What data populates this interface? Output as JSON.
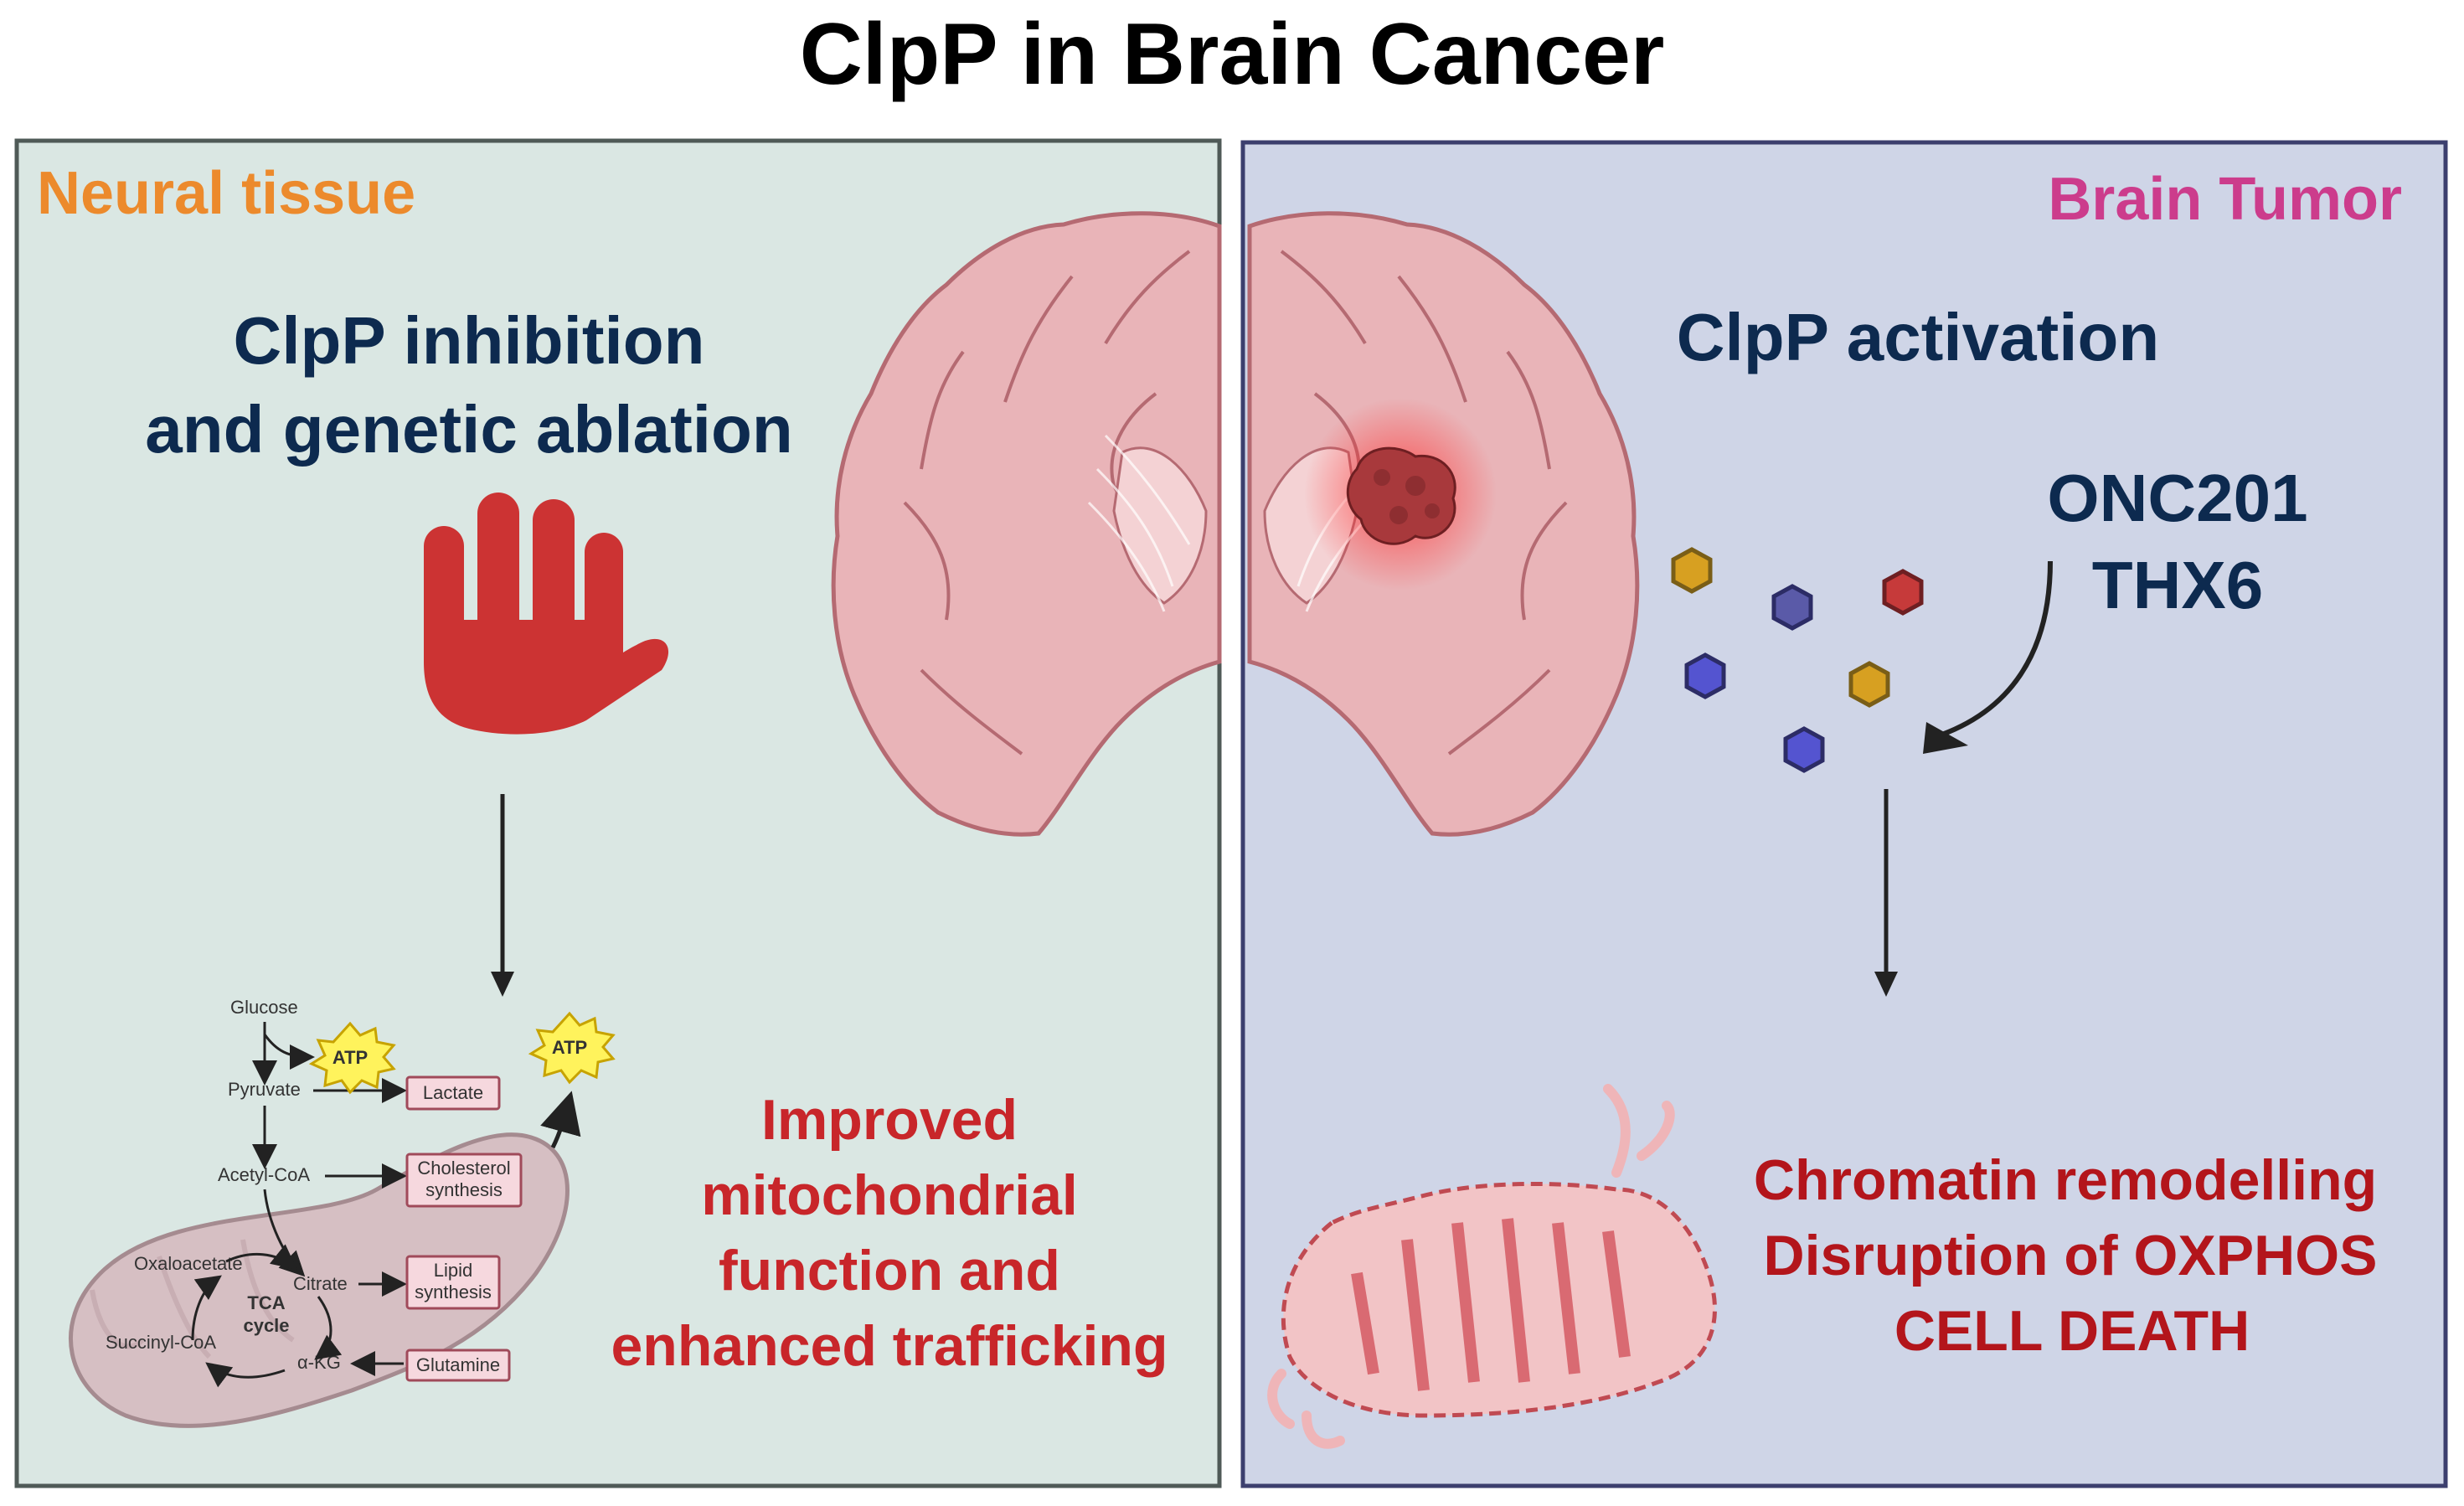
{
  "title": "ClpP in Brain Cancer",
  "left_panel": {
    "heading": "Neural tissue",
    "heading_color": "#ec8a2c",
    "bg_color": "#dae7e3",
    "subtitle_line1": "ClpP inhibition",
    "subtitle_line2": "and genetic ablation",
    "outcome_lines": [
      "Improved",
      "mitochondrial",
      "function and",
      "enhanced trafficking"
    ],
    "pathway": {
      "glucose": "Glucose",
      "pyruvate": "Pyruvate",
      "acetyl_coa": "Acetyl-CoA",
      "oxaloacetate": "Oxaloacetate",
      "citrate": "Citrate",
      "succinyl_coa": "Succinyl-CoA",
      "akg": "α-KG",
      "tca_line1": "TCA",
      "tca_line2": "cycle",
      "atp": "ATP",
      "lactate": "Lactate",
      "cholesterol_line1": "Cholesterol",
      "cholesterol_line2": "synthesis",
      "lipid_line1": "Lipid",
      "lipid_line2": "synthesis",
      "glutamine": "Glutamine"
    }
  },
  "right_panel": {
    "heading": "Brain Tumor",
    "heading_color": "#cc3c8c",
    "bg_color": "#cfd5e7",
    "subtitle": "ClpP activation",
    "drug_line1": "ONC201",
    "drug_line2": "THX6",
    "outcome_lines": [
      "Chromatin remodelling",
      "Disruption of OXPHOS",
      "CELL DEATH"
    ]
  },
  "colors": {
    "navy_text": "#0d2a4f",
    "red_text": "#c8262a",
    "hand": "#cc3333",
    "brain_fill": "#e9b4b8",
    "brain_stroke": "#b56a72",
    "tumor": "#a8393c"
  },
  "icons": [
    "stop-hand-icon",
    "brain-left-half-icon",
    "brain-right-half-icon",
    "tumor-icon",
    "hexagon-molecule-icon",
    "mitochondrion-icon",
    "damaged-mitochondrion-icon",
    "atp-burst-icon"
  ]
}
